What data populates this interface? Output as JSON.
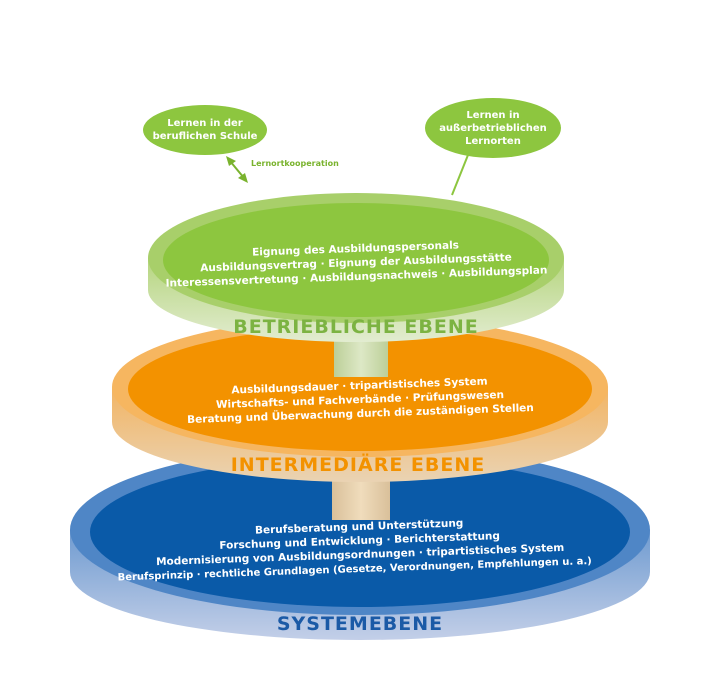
{
  "bubbles": {
    "school": {
      "line1": "Lernen in der",
      "line2": "beruflichen Schule"
    },
    "external": {
      "line1": "Lernen in",
      "line2": "außerbetrieblichen",
      "line3": "Lernorten"
    },
    "cooperation_label": "Lernortkooperation"
  },
  "levels": {
    "betrieblich": {
      "title": "BETRIEBLICHE EBENE",
      "lines": [
        "Eignung des Ausbildungspersonals",
        "Ausbildungsvertrag · Eignung der Ausbildungsstätte",
        "Interessensvertretung · Ausbildungsnachweis · Ausbildungsplan"
      ]
    },
    "intermediaer": {
      "title": "INTERMEDIÄRE EBENE",
      "lines": [
        "Ausbildungsdauer · tripartistisches System",
        "Wirtschafts- und Fachverbände · Prüfungswesen",
        "Beratung und Überwachung durch die zuständigen Stellen"
      ]
    },
    "system": {
      "title": "SYSTEMEBENE",
      "lines": [
        "Berufsberatung und Unterstützung",
        "Forschung und Entwicklung · Berichterstattung",
        "Modernisierung von Ausbildungsordnungen · tripartistisches System",
        "Berufsprinzip · rechtliche Grundlagen (Gesetze, Verordnungen, Empfehlungen u. a.)"
      ]
    }
  },
  "colors": {
    "green": "#8dc63f",
    "green_dark": "#7ab32e",
    "green_light": "#c6df9a",
    "orange": "#f39200",
    "orange_light": "#f6c48a",
    "blue": "#0a5aa8",
    "blue_light": "#8fa9d6",
    "title_green": "#7cb342",
    "title_orange": "#f39200",
    "title_blue": "#1b5aa6"
  }
}
